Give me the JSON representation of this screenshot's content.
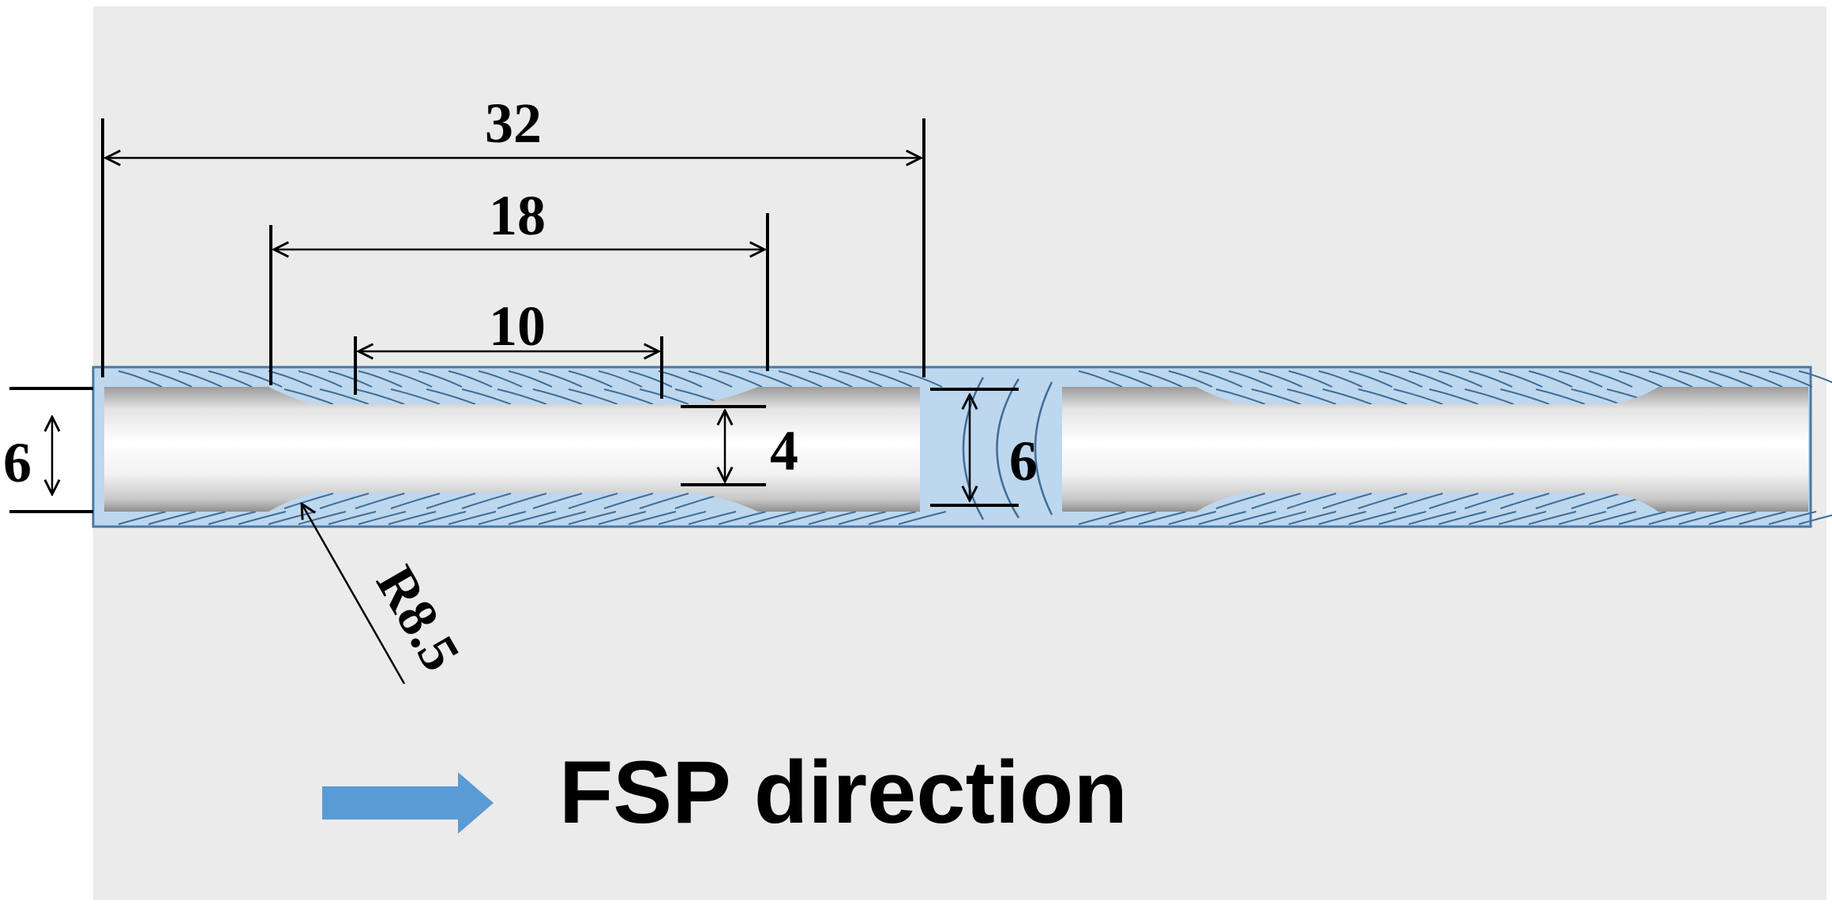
{
  "dimensions": {
    "overall_length": "32",
    "gauge_section": "18",
    "parallel_length": "10",
    "grip_width": "6",
    "gauge_width": "4",
    "second_width": "6",
    "fillet_radius": "R8.5"
  },
  "legend": {
    "label": "FSP direction"
  },
  "colors": {
    "background": "#ebebeb",
    "plate_fill": "#bdd7ee",
    "plate_stroke": "#4a78a6",
    "flow_lines": "#3f6d98",
    "arrow": "#5b9bd5",
    "ink": "#000000"
  }
}
